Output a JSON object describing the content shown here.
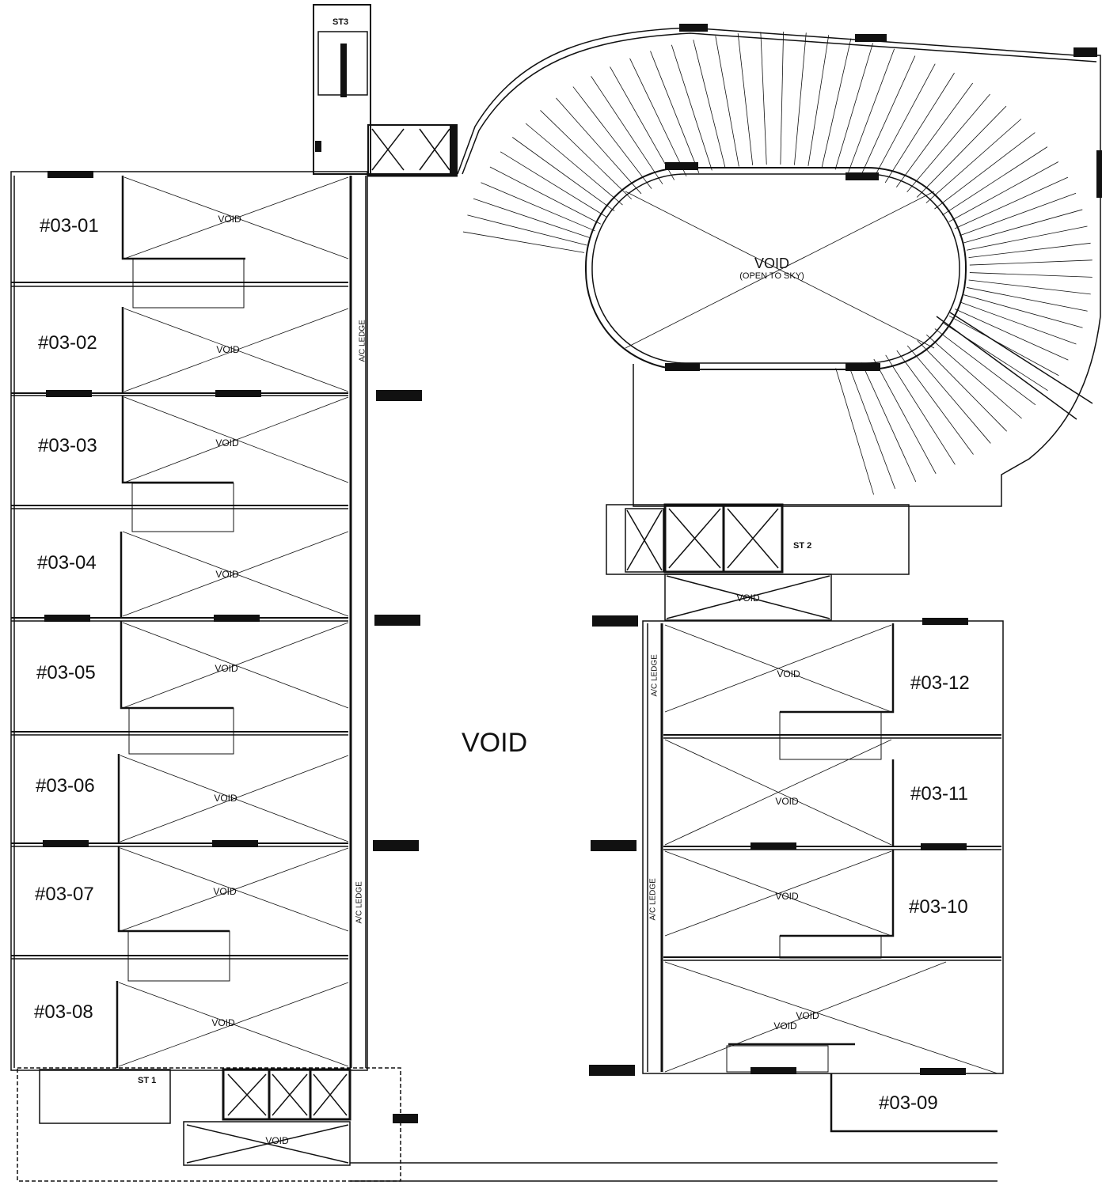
{
  "left_units": [
    "#03-01",
    "#03-02",
    "#03-03",
    "#03-04",
    "#03-05",
    "#03-06",
    "#03-07",
    "#03-08"
  ],
  "right_units": [
    "#03-12",
    "#03-11",
    "#03-10",
    "#03-09"
  ],
  "void_small": "VOID",
  "void_main": "VOID",
  "void_sky": {
    "title": "VOID",
    "subtitle": "(OPEN TO SKY)"
  },
  "ac_ledge": "A/C LEDGE",
  "stairs": {
    "st1": "ST 1",
    "st2": "ST 2",
    "st3": "ST3"
  },
  "colors": {
    "line": "#111111",
    "fill": "#111111",
    "paper": "#ffffff"
  }
}
